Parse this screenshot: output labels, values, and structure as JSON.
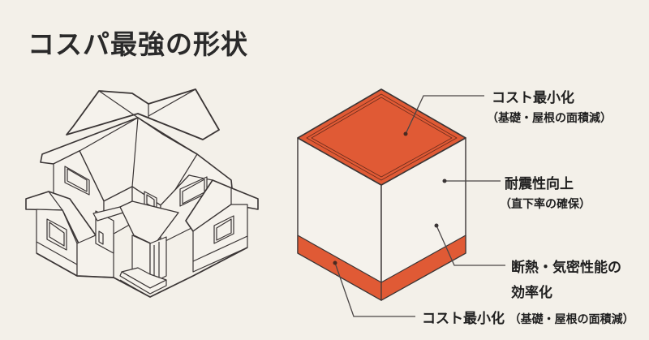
{
  "title": "コスパ最強の形状",
  "colors": {
    "background": "#f3f0e9",
    "accent": "#e05a35",
    "line": "#3a3535",
    "face": "#f5f2ec"
  },
  "illustrations": {
    "left": "complex-house-isometric",
    "right": "simple-cube-house"
  },
  "callouts": [
    {
      "id": "roof",
      "main": "コスト最小化",
      "sub": "（基礎・屋根の面積減）",
      "points_to": "roof"
    },
    {
      "id": "wall-seismic",
      "main": "耐震性向上",
      "sub": "（直下率の確保）",
      "points_to": "wall"
    },
    {
      "id": "wall-insulation",
      "main": "断熱・気密性能の",
      "sub": "効率化",
      "points_to": "wall"
    },
    {
      "id": "foundation",
      "main": "コスト最小化",
      "sub": "（基礎・屋根の面積減）",
      "points_to": "foundation"
    }
  ]
}
